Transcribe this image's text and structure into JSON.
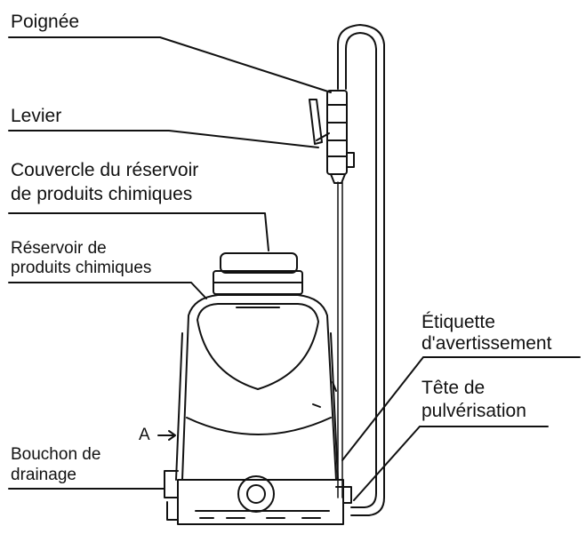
{
  "labels": {
    "handle": "Poignée",
    "lever": "Levier",
    "tank_cap_line1": "Couvercle du réservoir",
    "tank_cap_line2": "de produits chimiques",
    "tank_line1": "Réservoir de",
    "tank_line2": "produits chimiques",
    "warning_label_line1": "Étiquette",
    "warning_label_line2": "d'avertissement",
    "spray_head_line1": "Tête de",
    "spray_head_line2": "pulvérisation",
    "drain_plug_line1": "Bouchon de",
    "drain_plug_line2": "drainage",
    "marker_a": "A"
  },
  "colors": {
    "ink": "#111111",
    "background": "#ffffff"
  }
}
